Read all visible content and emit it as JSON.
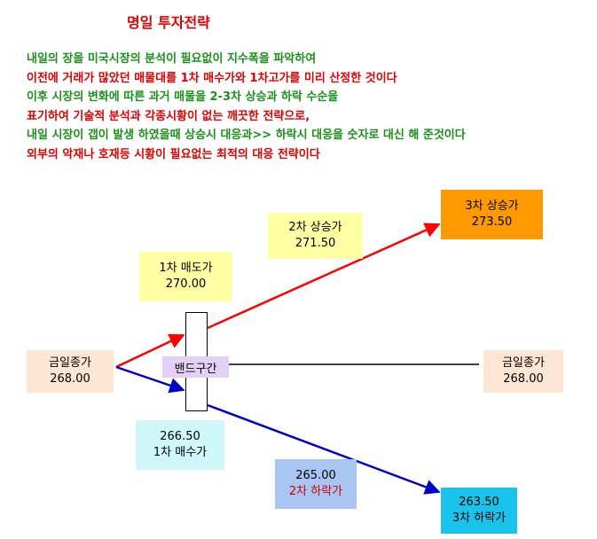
{
  "title": "명일 투자전략",
  "description": [
    {
      "text": "내일의 장을 미국시장의 분석이 필요없이 지수폭을 파악하여",
      "color": "green"
    },
    {
      "text": "이전에 거래가 많았던 매물대를 1차 매수가와 1차고가를 미리 산정한 것이다",
      "color": "red"
    },
    {
      "text": "이후 시장의 변화에 따른 과거 매물을 2-3차 상승과 하락 수순을",
      "color": "green"
    },
    {
      "text": "표기하여 기술적  분석과 각종시황이 없는 깨끗한 전략으로,",
      "color": "red"
    },
    {
      "text": "내일 시장이 갭이 발생 하였을때 상승시 대응과>> 하락시 대응을 숫자로 대신 해 준것이다",
      "color": "green"
    },
    {
      "text": "외부의 악재나 호재등  시황이 필요없는 최적의 대응 전략이다",
      "color": "red"
    }
  ],
  "colors": {
    "green": "#1a8f1a",
    "red": "#e00000",
    "up_arrow": "#ff0000",
    "down_arrow": "#0000cc"
  },
  "diagram": {
    "close_left": {
      "label": "금일종가",
      "value": "268.00"
    },
    "close_right": {
      "label": "금일종가",
      "value": "268.00"
    },
    "band": {
      "label": "밴드구간"
    },
    "sell1": {
      "label": "1차 매도가",
      "value": "270.00"
    },
    "up2": {
      "label": "2차 상승가",
      "value": "271.50"
    },
    "up3": {
      "label": "3차 상승가",
      "value": "273.50"
    },
    "buy1": {
      "value": "266.50",
      "label": "1차 매수가"
    },
    "down2": {
      "value": "265.00",
      "label": "2차 하락가"
    },
    "down3": {
      "value": "263.50",
      "label": "3차 하락가"
    }
  }
}
